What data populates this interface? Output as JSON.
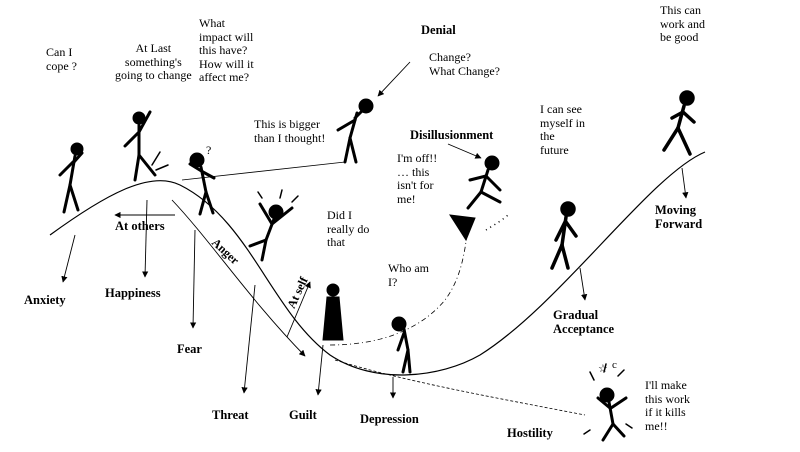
{
  "stages": {
    "anxiety": "Anxiety",
    "happiness": "Happiness",
    "fear": "Fear",
    "threat": "Threat",
    "guilt": "Guilt",
    "depression": "Depression",
    "hostility": "Hostility",
    "gradual_acceptance": [
      "Gradual",
      "Acceptance"
    ],
    "moving_forward": [
      "Moving",
      "Forward"
    ],
    "denial": "Denial",
    "disillusionment": "Disillusionment"
  },
  "arrow_labels": {
    "at_others": "At others",
    "anger": "Anger",
    "at_self": "At self"
  },
  "thoughts": {
    "can_i_cope": [
      "Can I",
      "cope ?"
    ],
    "at_last": [
      "At Last",
      "something's",
      "going to change"
    ],
    "what_impact": [
      "What",
      "impact will",
      "this have?",
      "How will it",
      "affect me?"
    ],
    "bigger": [
      "This is bigger",
      "than I thought!"
    ],
    "what_change": [
      "Change?",
      "What Change?"
    ],
    "im_off": [
      "I'm off!!",
      "… this",
      "isn't for",
      "me!"
    ],
    "did_i": [
      "Did I",
      "really do",
      "that"
    ],
    "who_am_i": [
      "Who am",
      "I?"
    ],
    "see_future": [
      "I can see",
      "myself in",
      "the",
      "future"
    ],
    "this_can_work": [
      "This can",
      "work and",
      "be good"
    ],
    "make_work": [
      "I'll make",
      "this work",
      "if it kills",
      "me!!"
    ]
  },
  "colors": {
    "ink": "#000000",
    "paper": "#ffffff"
  }
}
